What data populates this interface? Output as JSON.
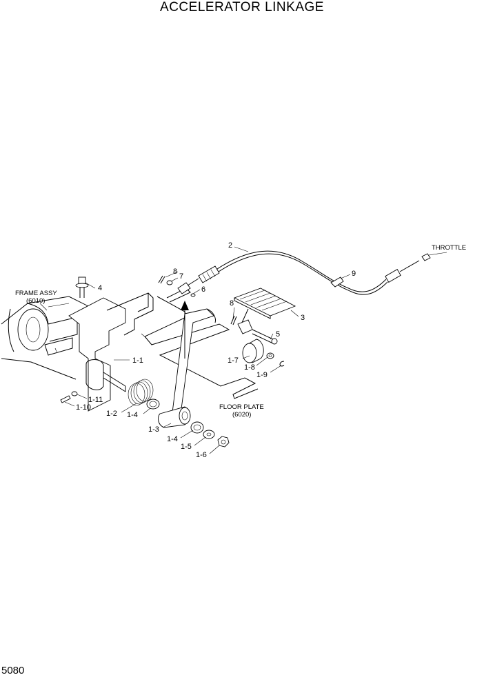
{
  "title": "ACCELERATOR LINKAGE",
  "page_number": "5080",
  "labels": {
    "frame_assy": "FRAME ASSY",
    "frame_assy_ref": "(6010)",
    "floor_plate": "FLOOR PLATE",
    "floor_plate_ref": "(6020)",
    "throttle": "THROTTLE"
  },
  "callouts": [
    "2",
    "9",
    "8",
    "7",
    "6",
    "4",
    "8",
    "3",
    "5",
    "1-1",
    "1-7",
    "1-8",
    "1-9",
    "1-11",
    "1-10",
    "1-2",
    "1-4",
    "1-3",
    "1-4",
    "1-5",
    "1-6"
  ]
}
